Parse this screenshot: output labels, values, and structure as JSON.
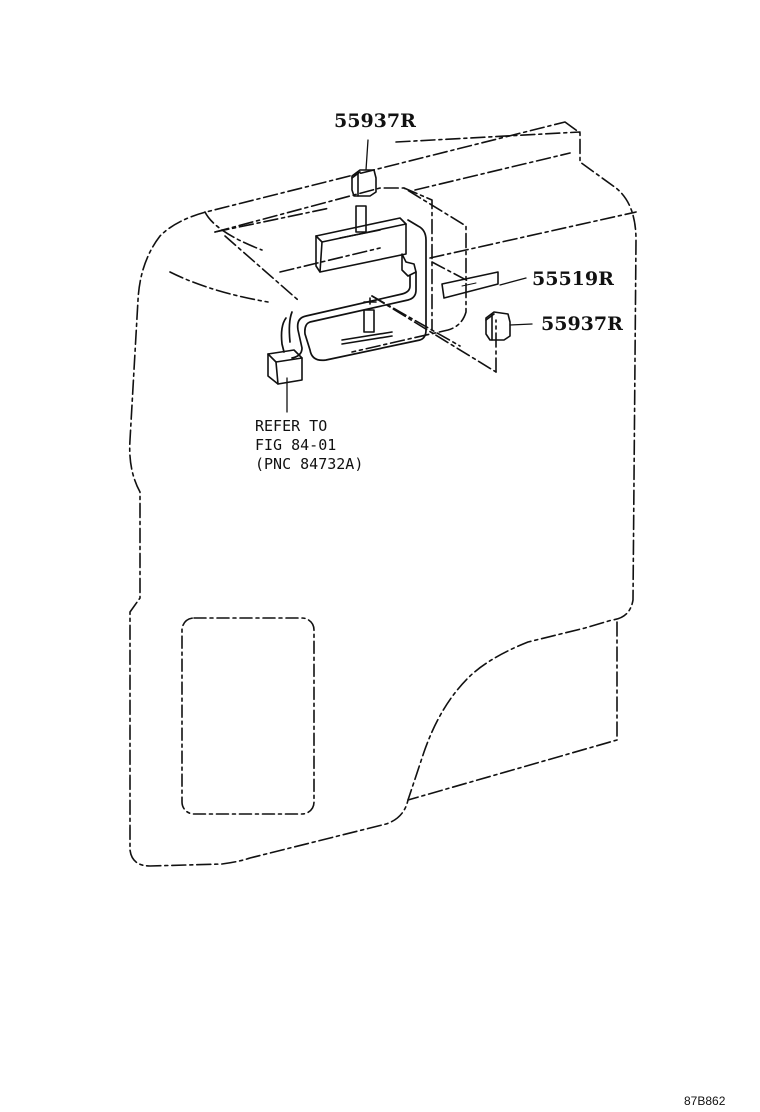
{
  "callouts": {
    "top_clip": "55937R",
    "plate": "55519R",
    "side_clip": "55937R"
  },
  "note": {
    "line1": "REFER TO",
    "line2": "FIG 84-01",
    "line3": "(PNC 84732A)"
  },
  "figure_code": "87B862",
  "colors": {
    "ink": "#111111",
    "background": "#ffffff"
  }
}
